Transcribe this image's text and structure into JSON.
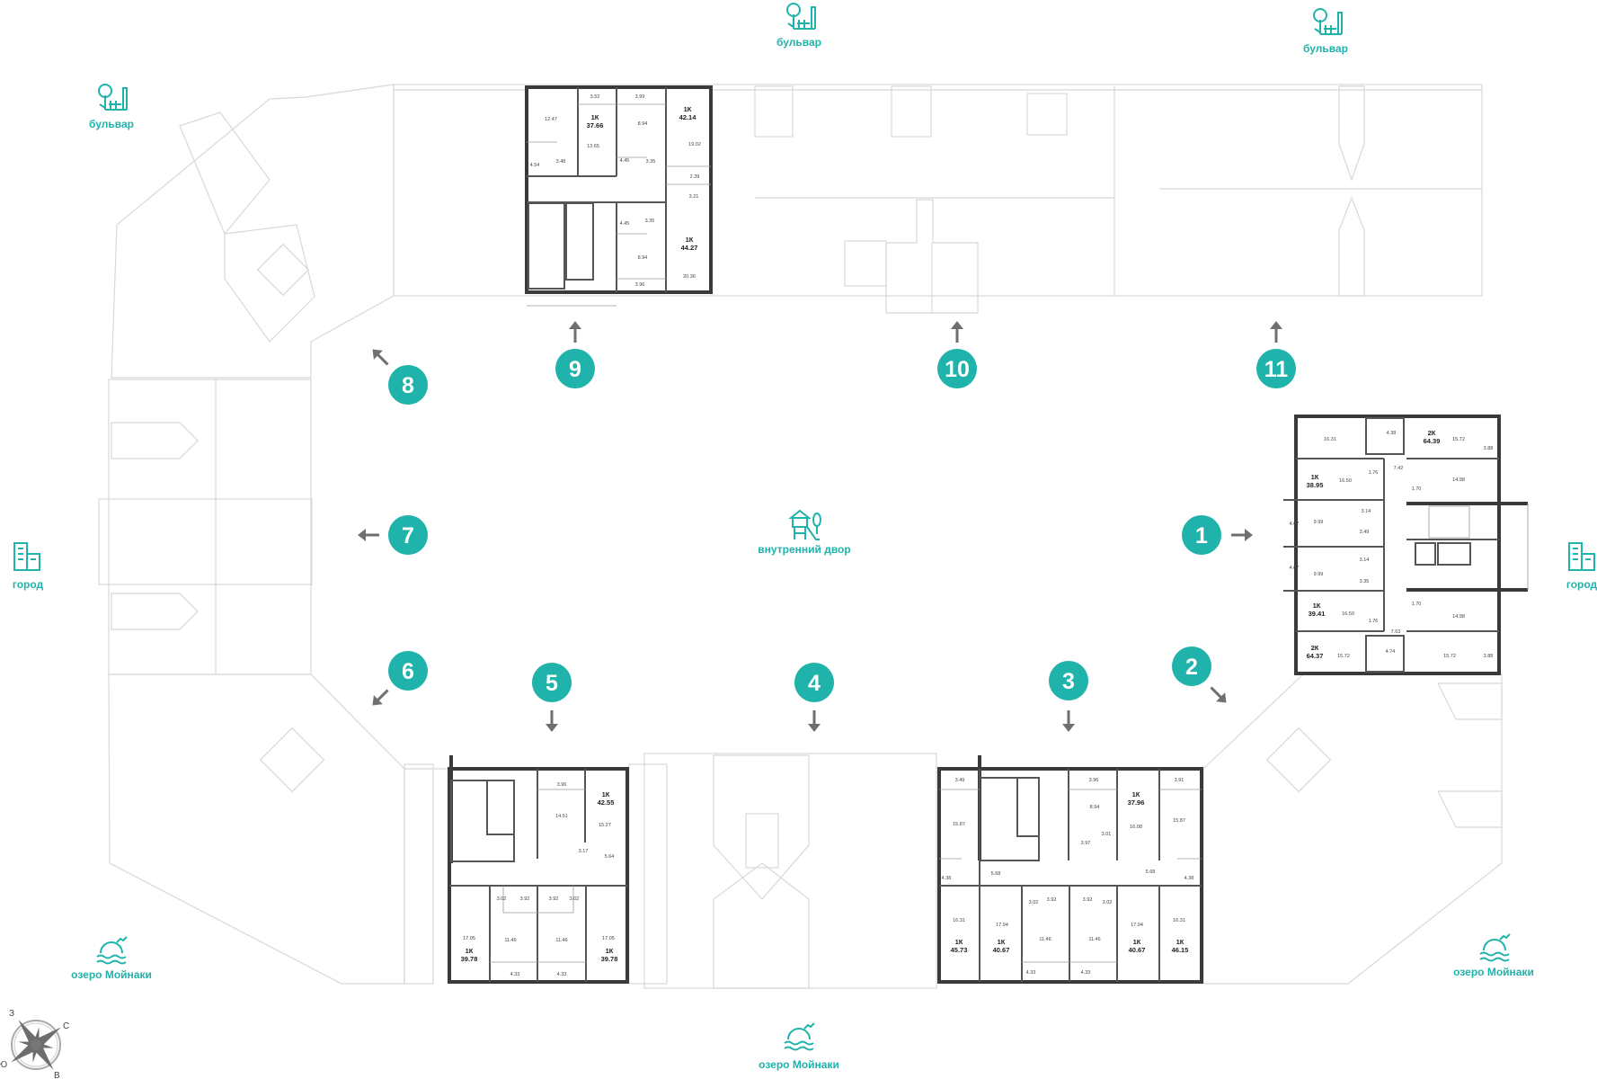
{
  "colors": {
    "accent": "#1fb3ab",
    "arrow": "#6f6f6f"
  },
  "markers": [
    "1",
    "2",
    "3",
    "4",
    "5",
    "6",
    "7",
    "8",
    "9",
    "10",
    "11"
  ],
  "labels": {
    "boulevard_1": "бульвар",
    "boulevard_2": "бульвар",
    "boulevard_3": "бульвар",
    "city_left": "город",
    "city_right": "город",
    "courtyard": "внутренний двор",
    "lake_left": "озеро Мойнаки",
    "lake_right": "озеро Мойнаки",
    "lake_bottom": "озеро Мойнаки"
  },
  "icons": {
    "boulevard": "park-tree-fence-icon",
    "city": "building-icon",
    "courtyard": "playground-icon",
    "lake": "lake-icon",
    "compass": "compass-rose-icon"
  },
  "compass": {
    "n": "С",
    "s": "Ю",
    "w": "З",
    "e": "В"
  },
  "plans": {
    "p9": {
      "apartments": [
        [
          "1К",
          "37.66"
        ],
        [
          "1К",
          "42.14"
        ],
        [
          "1К",
          "44.27"
        ]
      ],
      "rooms": [
        "3.52",
        "3.99",
        "12.47",
        "8.94",
        "13.65",
        "19.02",
        "4.54",
        "3.48",
        "4.45",
        "3.35",
        "2.39",
        "3.21",
        "4.45",
        "3.35",
        "8.94",
        "20.36",
        "3.96"
      ]
    },
    "p1": {
      "apartments": [
        [
          "2К",
          "64.39"
        ],
        [
          "1К",
          "38.95"
        ],
        [
          "1К",
          "39.41"
        ],
        [
          "2К",
          "64.37"
        ]
      ],
      "rooms": [
        "16.31",
        "4.38",
        "15.72",
        "3.88",
        "7.42",
        "16.50",
        "1.76",
        "14.98",
        "1.70",
        "3.14",
        "4.07",
        "9.99",
        "3.49",
        "3.14",
        "4.07",
        "9.99",
        "3.35",
        "1.70",
        "16.50",
        "1.76",
        "14.98",
        "7.63",
        "15.72",
        "4.74",
        "15.72",
        "3.88"
      ]
    },
    "p5": {
      "apartments": [
        [
          "1К",
          "42.55"
        ],
        [
          "1К",
          "39.78"
        ],
        [
          "1К",
          "39.78"
        ]
      ],
      "rooms": [
        "3.96",
        "14.51",
        "15.27",
        "3.17",
        "5.64",
        "3.02",
        "3.92",
        "3.92",
        "3.02",
        "17.05",
        "11.46",
        "11.46",
        "17.05",
        "4.33",
        "4.33"
      ]
    },
    "p3": {
      "apartments": [
        [
          "1К",
          "37.96"
        ],
        [
          "1К",
          "45.73"
        ],
        [
          "1К",
          "40.67"
        ],
        [
          "1К",
          "40.67"
        ],
        [
          "1К",
          "46.15"
        ]
      ],
      "rooms": [
        "3.49",
        "3.96",
        "3.91",
        "8.94",
        "15.87",
        "16.08",
        "15.87",
        "3.01",
        "3.97",
        "5.68",
        "5.68",
        "4.38",
        "4.38",
        "3.92",
        "3.92",
        "3.02",
        "3.02",
        "16.31",
        "17.94",
        "11.46",
        "11.46",
        "17.94",
        "16.31",
        "4.33",
        "4.33"
      ]
    }
  }
}
